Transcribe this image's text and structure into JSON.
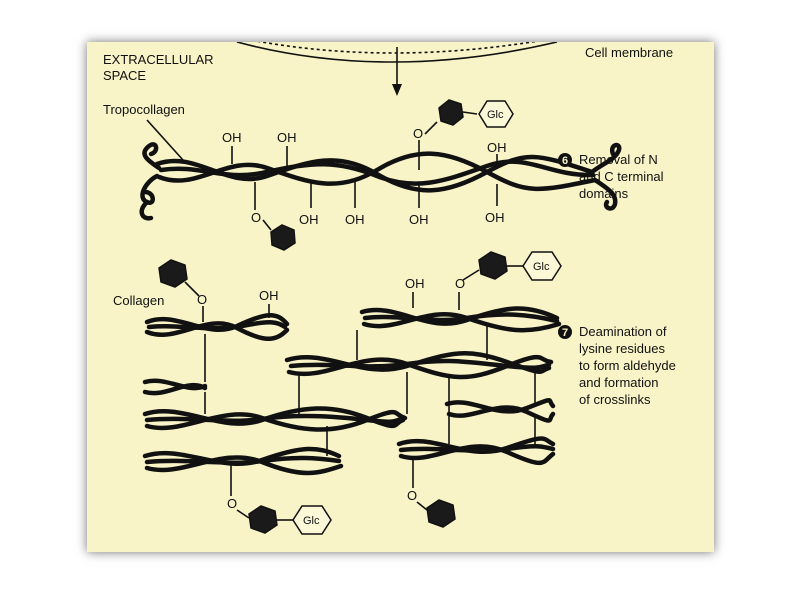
{
  "labels": {
    "extracellular_line1": "EXTRACELLULAR",
    "extracellular_line2": "SPACE",
    "cell_membrane": "Cell membrane",
    "tropocollagen": "Tropocollagen",
    "collagen": "Collagen"
  },
  "steps": [
    {
      "number": "6",
      "lines": [
        "Removal of N",
        "and C terminal",
        "domains"
      ]
    },
    {
      "number": "7",
      "lines": [
        "Deamination of",
        "lysine residues",
        "to form aldehyde",
        "and formation",
        "of crosslinks"
      ]
    }
  ],
  "hydroxyl_label": "OH",
  "hydroxyl_label_top": "O",
  "glucose_label": "Glc",
  "colors": {
    "panel_background": "#f8f4c8",
    "ink": "#111111"
  }
}
